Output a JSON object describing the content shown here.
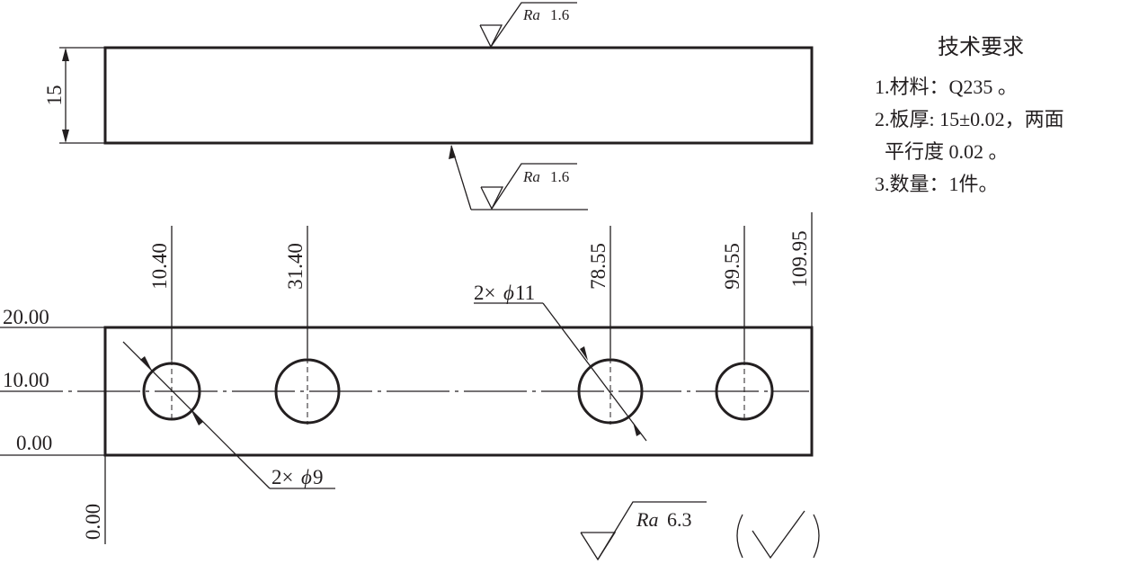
{
  "side_view": {
    "thickness_dim": "15",
    "top_roughness": {
      "prefix": "Ra",
      "value": "1.6"
    },
    "bottom_roughness": {
      "prefix": "Ra",
      "value": "1.6"
    }
  },
  "top_view": {
    "x_coords": [
      "10.40",
      "31.40",
      "78.55",
      "99.55",
      "109.95"
    ],
    "y_coords": [
      "20.00",
      "10.00",
      "0.00"
    ],
    "x_origin": "0.00",
    "hole_small_label": {
      "count": "2×",
      "symbol": "ϕ",
      "size": "9"
    },
    "hole_large_label": {
      "count": "2×",
      "symbol": "ϕ",
      "size": "11"
    }
  },
  "general_roughness": {
    "prefix": "Ra",
    "value": "6.3"
  },
  "tech_requirements": {
    "title": "技术要求",
    "items": [
      "1.材料：Q235 。",
      "2.板厚: 15±0.02，两面",
      "  平行度 0.02 。",
      "3.数量：1件。"
    ]
  }
}
